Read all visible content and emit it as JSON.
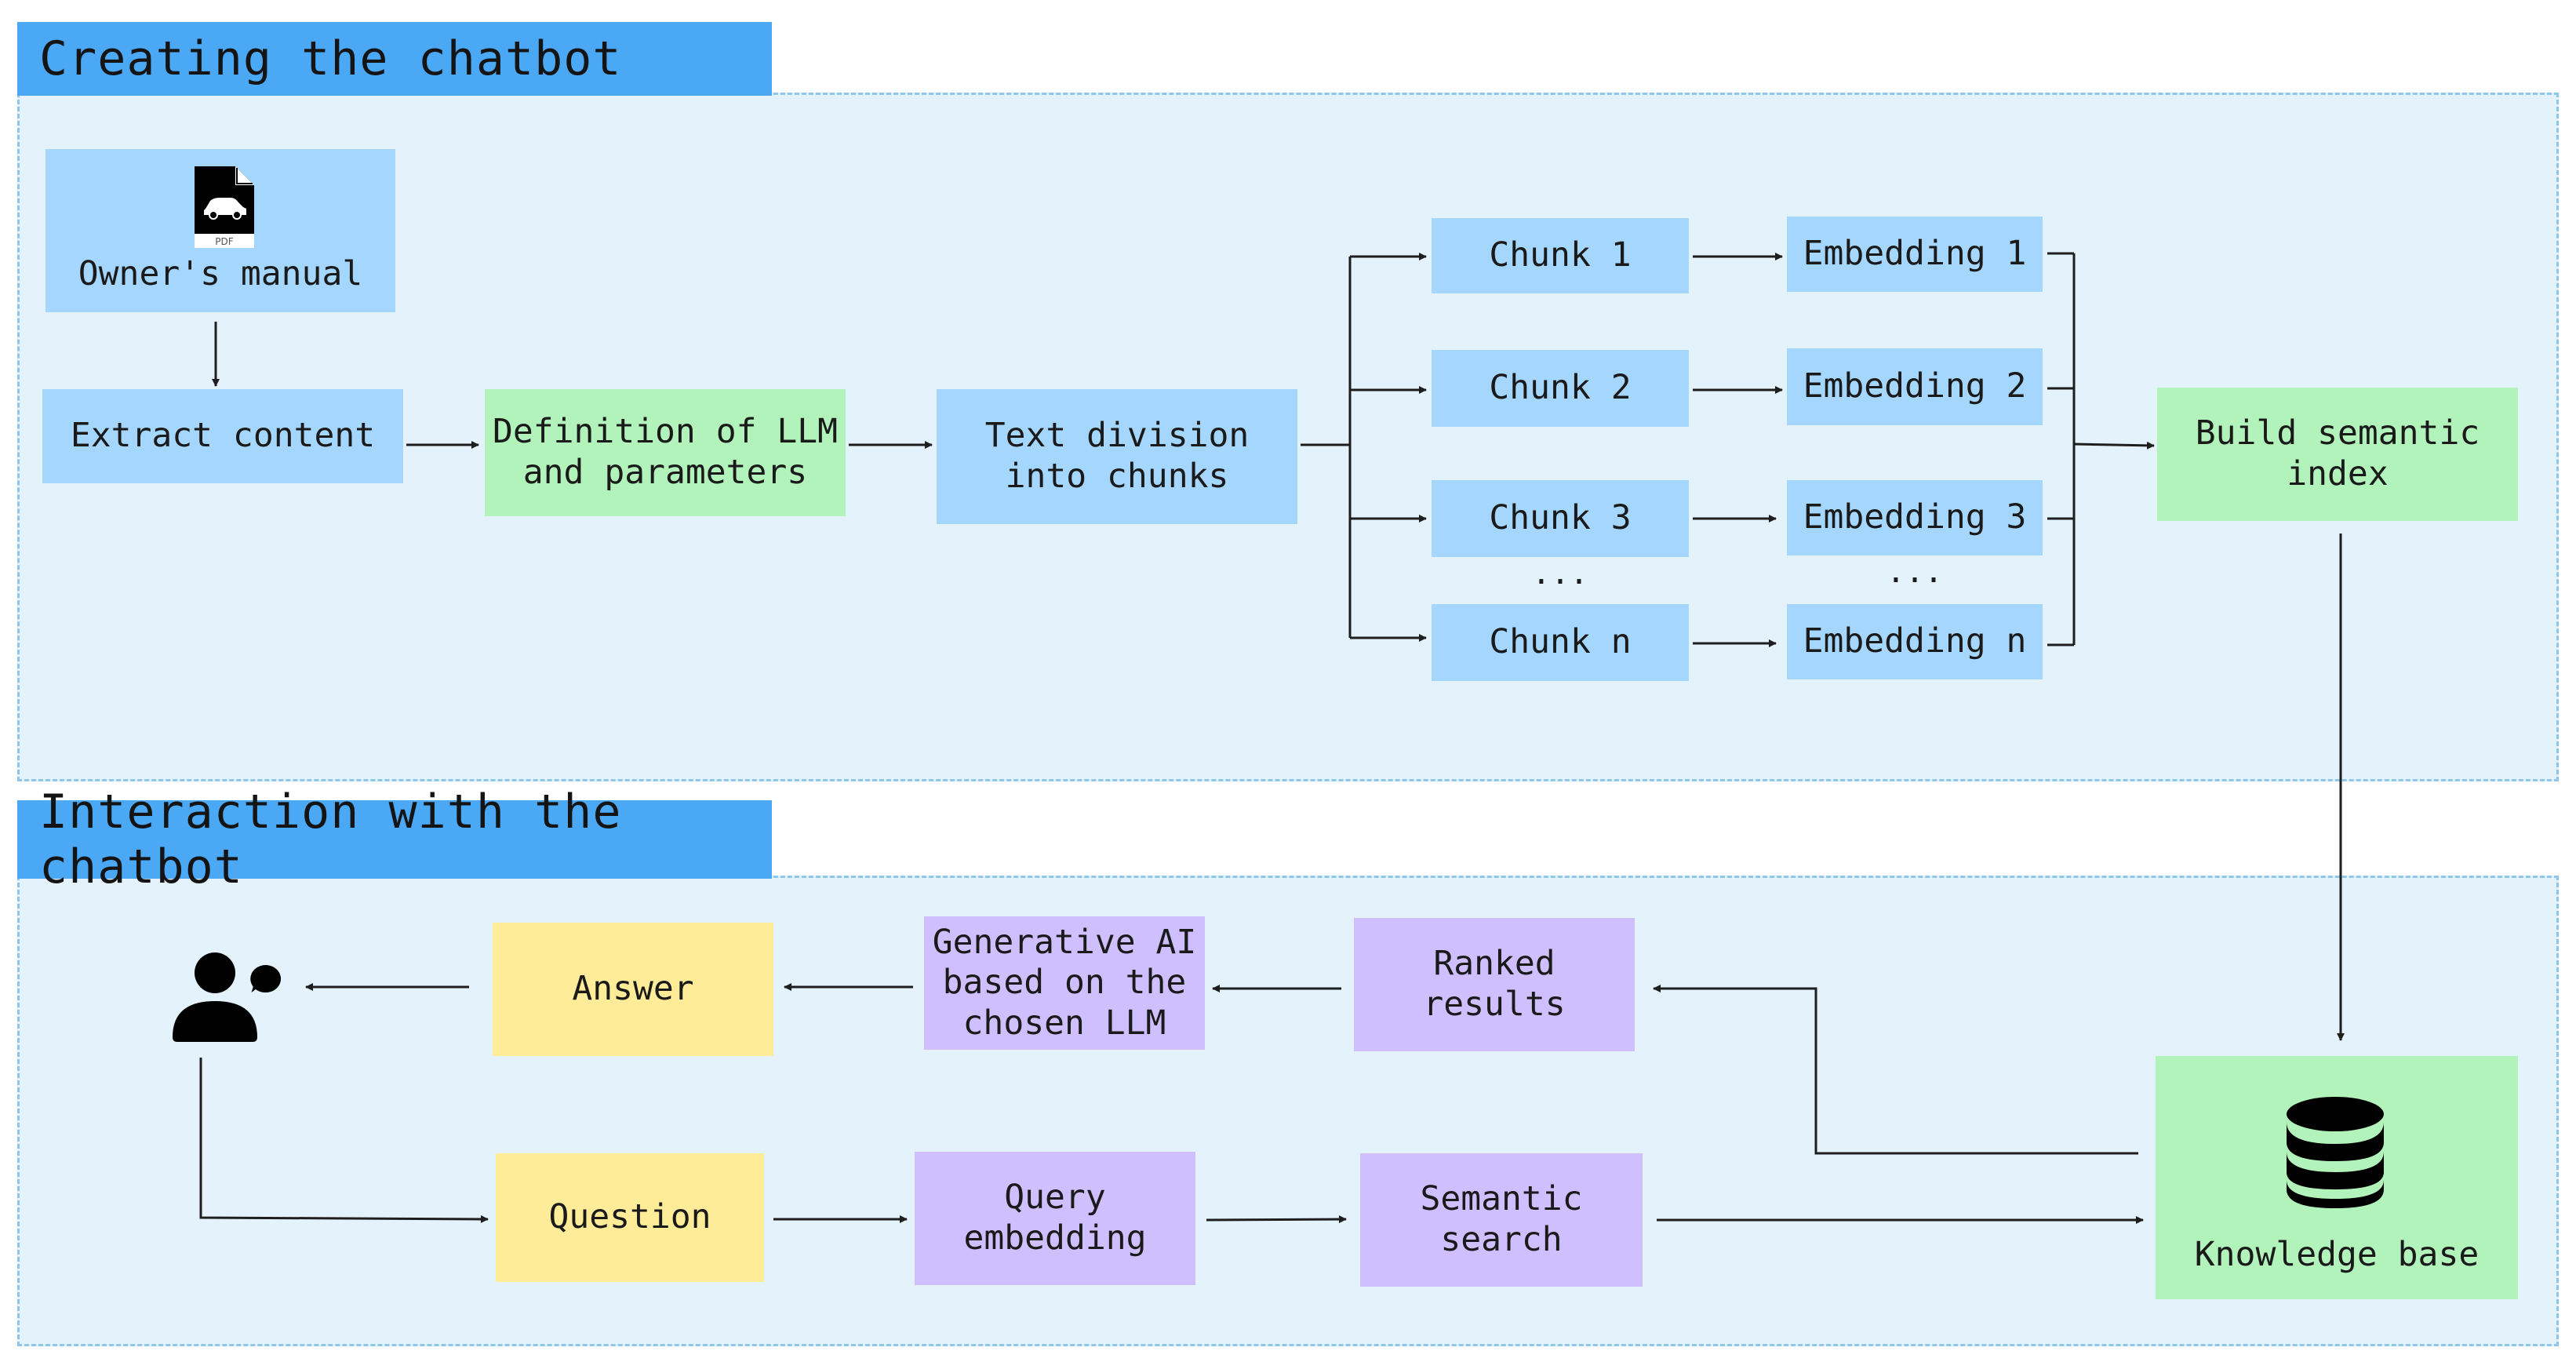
{
  "sections": {
    "creating": "Creating the chatbot",
    "interaction": "Interaction with the chatbot"
  },
  "nodes": {
    "owners_manual": "Owner's manual",
    "pdf_label": "PDF",
    "extract_content": "Extract content",
    "definition_llm": "Definition of LLM\nand parameters",
    "text_division": "Text division\ninto chunks",
    "chunk_1": "Chunk 1",
    "chunk_2": "Chunk 2",
    "chunk_3": "Chunk 3",
    "chunk_n": "Chunk n",
    "embedding_1": "Embedding 1",
    "embedding_2": "Embedding 2",
    "embedding_3": "Embedding 3",
    "embedding_n": "Embedding n",
    "ellipsis": "...",
    "build_index": "Build semantic\nindex",
    "answer": "Answer",
    "generative_ai": "Generative AI\nbased on the\nchosen LLM",
    "ranked_results": "Ranked\nresults",
    "question": "Question",
    "query_embedding": "Query\nembedding",
    "semantic_search": "Semantic\nsearch",
    "knowledge_base": "Knowledge base"
  },
  "icons": {
    "pdf": "pdf-file-car-icon",
    "users": "users-chat-icon",
    "database": "database-icon"
  },
  "colors": {
    "panel_bg": "#e4f2fc",
    "panel_border": "#8ec7ee",
    "tab": "#4aa8f5",
    "blue_box": "#a5d6fd",
    "green_box": "#b2f2bb",
    "purple_box": "#d0bfff",
    "yellow_box": "#ffec99",
    "arrow": "#1e1e1e"
  }
}
